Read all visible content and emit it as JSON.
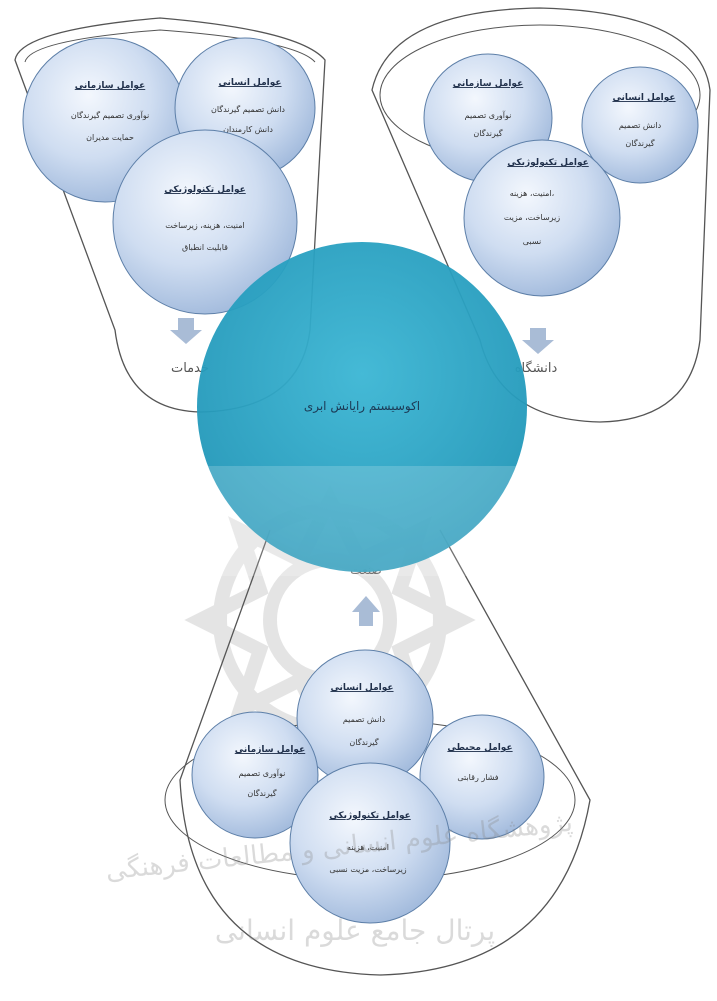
{
  "center": {
    "title": "اکوسیستم رایانش ابری"
  },
  "sections": {
    "services": {
      "label": "خدمات"
    },
    "university": {
      "label": "دانشگاه"
    },
    "industry": {
      "label": "صنعت"
    }
  },
  "circles": {
    "services_org": {
      "title": "عوامل سازمانی",
      "lines": [
        "نوآوری تصمیم گیرندگان",
        "حمایت مدیران"
      ]
    },
    "services_human": {
      "title": "عوامل انسانی",
      "lines": [
        "دانش تصمیم گیرندگان",
        "دانش کارمندان"
      ]
    },
    "services_tech": {
      "title": "عوامل تکنولوژیکی",
      "lines": [
        "امنیت، هزینه، زیرساخت",
        "قابلیت انطباق"
      ]
    },
    "university_org": {
      "title": "عوامل سازمانی",
      "lines": [
        "نوآوری تصمیم",
        "گیرندگان"
      ]
    },
    "university_human": {
      "title": "عوامل انسانی",
      "lines": [
        "دانش تصمیم",
        "گیرندگان"
      ]
    },
    "university_tech": {
      "title": "عوامل تکنولوژیکی",
      "lines": [
        "امنیت، هزینه،",
        "زیرساخت، مزیت",
        "نسبی"
      ]
    },
    "industry_human": {
      "title": "عوامل انسانی",
      "lines": [
        "دانش تصمیم",
        "گیرندگان"
      ]
    },
    "industry_org": {
      "title": "عوامل سازمانی",
      "lines": [
        "نوآوری تصمیم",
        "گیرندگان"
      ]
    },
    "industry_env": {
      "title": "عوامل محیطی",
      "lines": [
        "فشار رقابتی"
      ]
    },
    "industry_tech": {
      "title": "عوامل تکنولوژیکی",
      "lines": [
        "امنیت، هزینه",
        "زیرساخت، مزیت نسبی"
      ]
    }
  },
  "watermark": {
    "line1": "پژوهشگاه علوم انسانی و مطالعات فرهنگی",
    "line2": "پرتال جامع علوم انسانی"
  },
  "colors": {
    "circle_fill": "#c9d9f0",
    "circle_stroke": "#5d7fa8",
    "center_fill": "#27a3c4",
    "arrow": "#a9bcd6",
    "outline": "#555555"
  }
}
